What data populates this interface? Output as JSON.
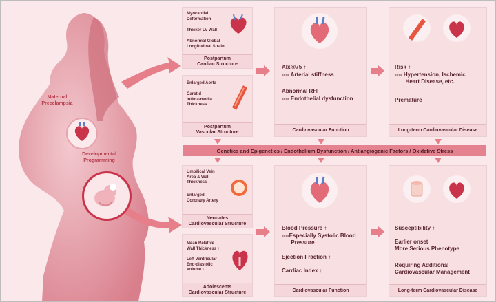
{
  "silhouette": {
    "maternal_label": "Maternal\nPreeclampsia",
    "developmental_label": "Developmental\nProgramming"
  },
  "top_row": {
    "structure_panel": {
      "items": [
        "Myocardial\nDeformation",
        "Thicker LV Wall",
        "Abnormal Global\nLongitudinal Strain"
      ],
      "footer": "Postpartum\nCardiac Structure",
      "vascular_items": [
        "Enlarged Aorta",
        "Carotid\nIntima-media\nThickness ↑"
      ],
      "vascular_footer": "Postpartum\nVascular Structure"
    },
    "function_panel": {
      "line1": "AIx@75 ↑",
      "line2": "---- Arterial stiffness",
      "line3": "Abnormal RHI",
      "line4": "---- Endothelial dysfunction",
      "footer": "Cardiovascular Function"
    },
    "disease_panel": {
      "line1": "Risk ↑",
      "line2": "---- Hypertension, Ischemic\n       Heart Disease, etc.",
      "line3": "Premature",
      "footer": "Long-term Cardiovascular Disease"
    }
  },
  "middle_band": {
    "text": "Genetics and Epigenetics / Endothelium Dysfunction / Antiangiogenic Factors / Oxidative Stress"
  },
  "bottom_row": {
    "structure_panel": {
      "items": [
        "Umbilical Vein\nArea & Wall\nThickness ↓",
        "Enlarged\nCoronary Artery"
      ],
      "footer": "Neonates\nCardiovascular Structure",
      "adolescent_items": [
        "Mean Relative\nWall Thickness ↑",
        "Left Ventricular\nEnd-diastolic\nVolume ↓"
      ],
      "adolescent_footer": "Adolescents\nCardiovascular Structure"
    },
    "function_panel": {
      "line1": "Blood Pressure ↑",
      "line2": "----Especially Systolic Blood\n      Pressure",
      "line3": "Ejection Fraction ↑",
      "line4": "Cardiac Index ↑",
      "footer": "Cardiovascular Function"
    },
    "disease_panel": {
      "line1": "Susceptibility ↑",
      "line2": "Earlier onset\nMore Serious Phenotype",
      "line3": "Requiring Additional\nCardiovascular Management",
      "footer": "Long-term Cardiovascular Disease"
    }
  },
  "colors": {
    "background": "#fae8ea",
    "panel": "#f7dfe2",
    "silhouette": "#e7a4ad",
    "arrow": "#e77f8b",
    "band": "#e4838f",
    "accent": "#c9344a"
  }
}
